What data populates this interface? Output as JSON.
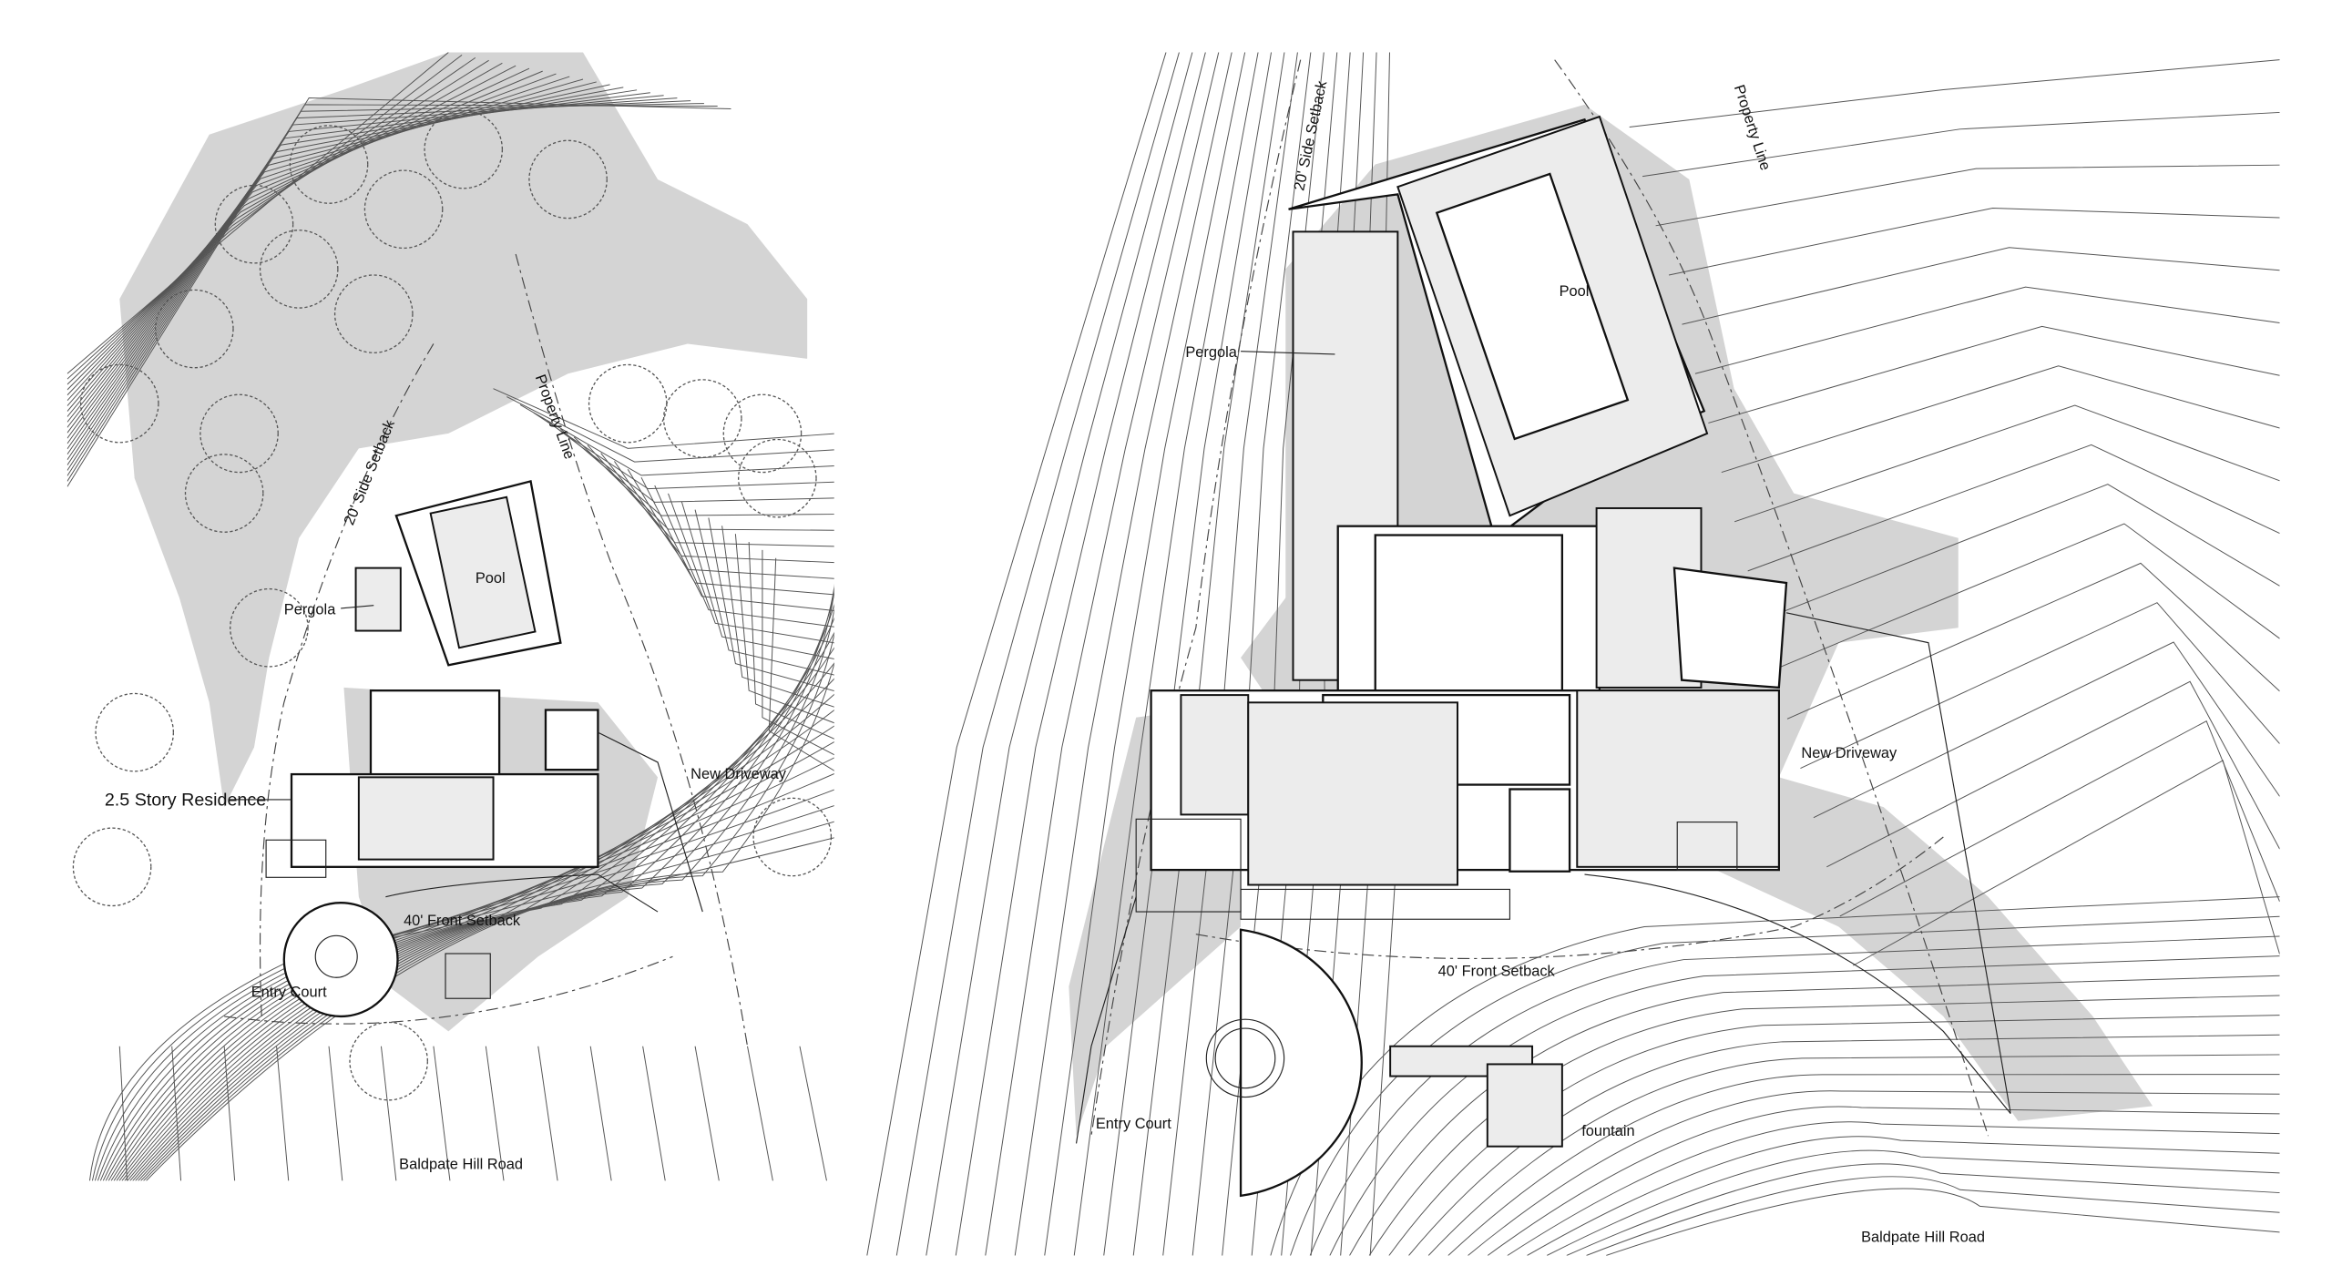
{
  "left_plan": {
    "labels": {
      "side_setback": "20' Side Setback",
      "property_line": "Property Line",
      "pool": "Pool",
      "pergola": "Pergola",
      "residence": "2.5 Story Residence",
      "new_driveway": "New Driveway",
      "front_setback": "40' Front Setback",
      "entry_court": "Entry Court",
      "road": "Baldpate Hill Road"
    }
  },
  "right_plan": {
    "labels": {
      "side_setback": "20' Side Setback",
      "property_line": "Property Line",
      "pool": "Pool",
      "pergola": "Pergola",
      "new_driveway": "New Driveway",
      "front_setback": "40' Front Setback",
      "entry_court": "Entry Court",
      "fountain": "fountain",
      "road": "Baldpate Hill Road"
    }
  },
  "colors": {
    "shade": "#d4d4d4",
    "line": "#111111"
  }
}
